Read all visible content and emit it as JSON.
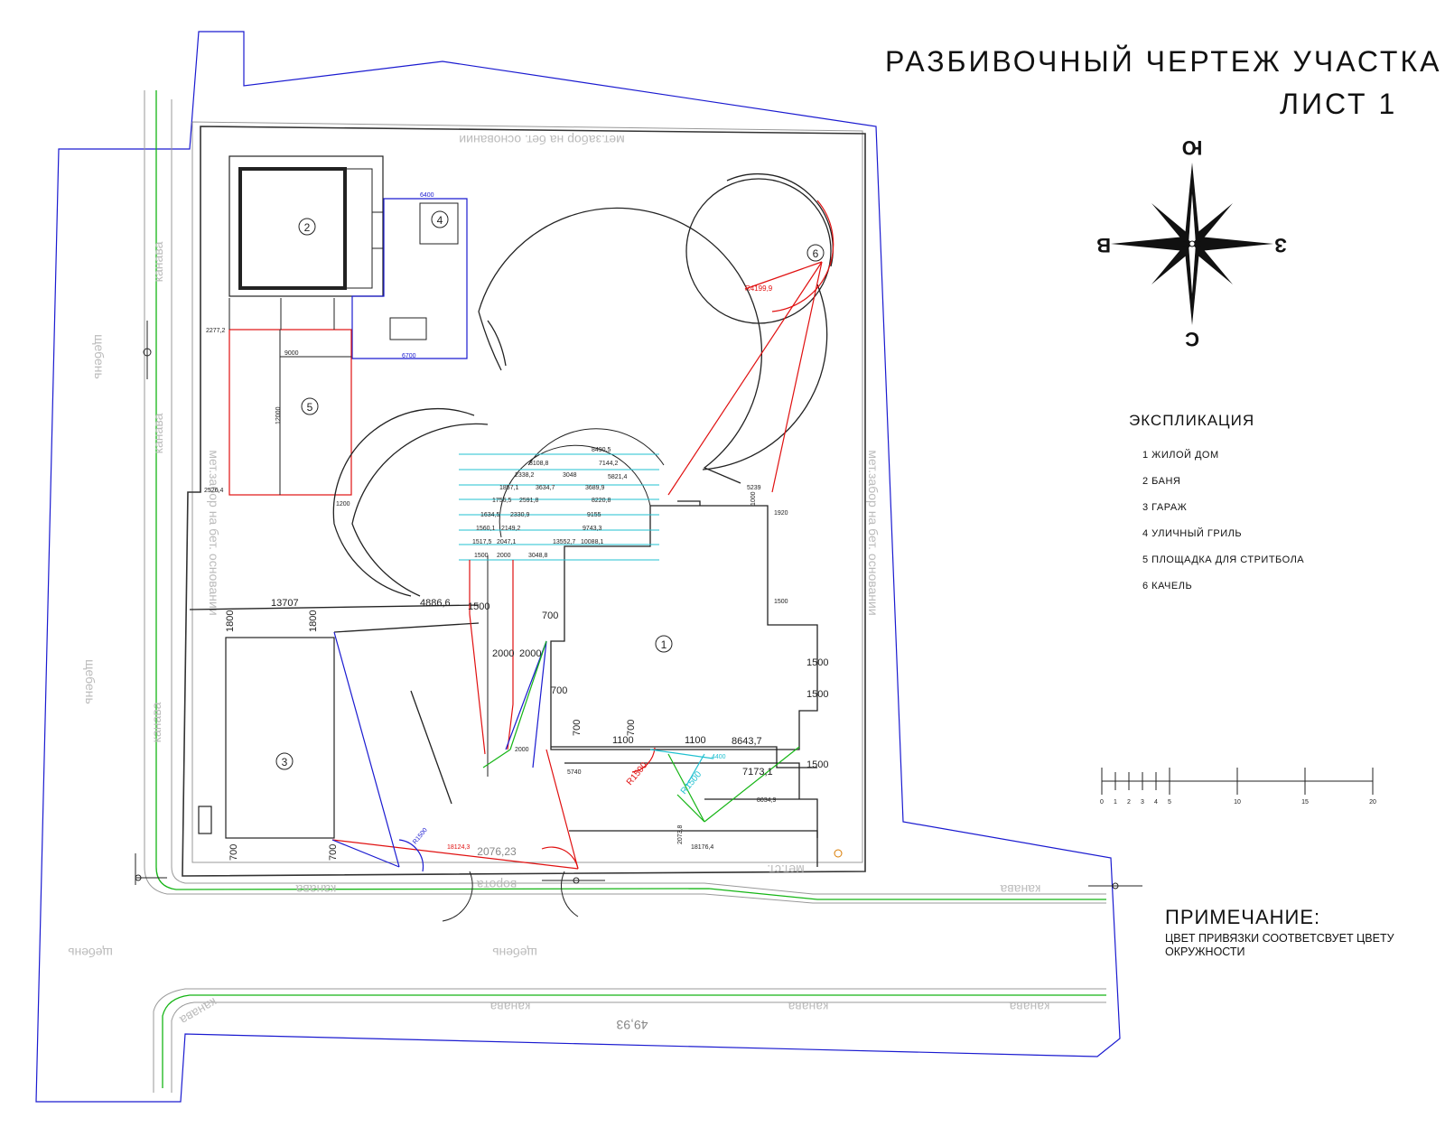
{
  "title": {
    "line1": "РАЗБИВОЧНЫЙ ЧЕРТЕЖ УЧАСТКА",
    "line2": "ЛИСТ 1"
  },
  "compass": {
    "north": "Ю",
    "south": "С",
    "west": "В",
    "east": "З"
  },
  "explication": {
    "title": "ЭКСПЛИКАЦИЯ",
    "items": [
      "1 ЖИЛОЙ ДОМ",
      "2 БАНЯ",
      "3 ГАРАЖ",
      "4 УЛИЧНЫЙ ГРИЛЬ",
      "5 ПЛОЩАДКА ДЛЯ СТРИТБОЛА",
      "6 КАЧЕЛЬ"
    ]
  },
  "scale_bar": {
    "labels": [
      "0",
      "1",
      "2",
      "3",
      "4",
      "5",
      "10",
      "15",
      "20"
    ]
  },
  "note": {
    "title": "ПРИМЕЧАНИЕ:",
    "text": "ЦВЕТ ПРИВЯЗКИ СООТВЕТСВУЕТ ЦВЕТУ ОКРУЖНОСТИ"
  },
  "plan": {
    "fence_top": "мет.забор на бет. основании",
    "fence_left": "мет.забор на бет. основании",
    "fence_right": "мет.забор на бет. основании",
    "ditch": "канава",
    "gravel": "щебень",
    "gate": "ворота",
    "fence_bottom_label": "мет.ст.",
    "road_length": "49,93",
    "bottom_length": "2076,23",
    "building_markers": [
      "1",
      "2",
      "3",
      "4",
      "5",
      "6"
    ],
    "dimensions": {
      "d13707": "13707",
      "d4886": "4886,6",
      "d1500a": "1500",
      "d1800a": "1800",
      "d1800b": "1800",
      "d700a": "700",
      "d700b": "700",
      "d2000a": "2000",
      "d2000b": "2000",
      "d1100a": "1100",
      "d1100b": "1100",
      "d8643": "8643,7",
      "d7173": "7173,1",
      "d1500b": "1500",
      "d1500c": "1500",
      "d1500d": "1500",
      "d700c": "700",
      "d700d": "700",
      "d700e": "700",
      "d700f": "700",
      "d2277": "2277,2",
      "d2526": "2526,4",
      "d8490": "8490,5",
      "d7144": "7144,2",
      "d5821": "5821,4",
      "d3108": "3108,8",
      "d2338": "2338,2",
      "d3048a": "3048",
      "d1857": "1857,1",
      "d3634": "3634,7",
      "d3689": "3689,9",
      "d1756": "1756,5",
      "d2591": "2591,8",
      "d8220": "8220,8",
      "d1634": "1634,5",
      "d2330": "2330,9",
      "d9155": "9155",
      "d1560": "1560,1",
      "d2149": "2149,2",
      "d9743": "9743,3",
      "d1517": "1517,5",
      "d2047": "2047,1",
      "d13552": "13552,7",
      "d10088": "10088,1",
      "d1500e": "1500",
      "d2000c": "2000",
      "d3048b": "3048,8",
      "d5239": "5239",
      "d1920": "1920",
      "d6400": "6400",
      "d6700": "6700",
      "d9000": "9000",
      "d12000": "12000",
      "d1200": "1200",
      "d2000d": "2000",
      "d5740": "5740",
      "d8034": "8034,9",
      "d18176": "18176,4",
      "d18124": "18124,3",
      "d2073": "2073,8",
      "d4400": "4400",
      "d1000": "1000",
      "d1500f": "1500"
    },
    "radii": {
      "r_red_top": "R4199,9",
      "r_red_mid": "R1500",
      "r_cyan": "R1500",
      "r_blue": "R1500"
    }
  }
}
